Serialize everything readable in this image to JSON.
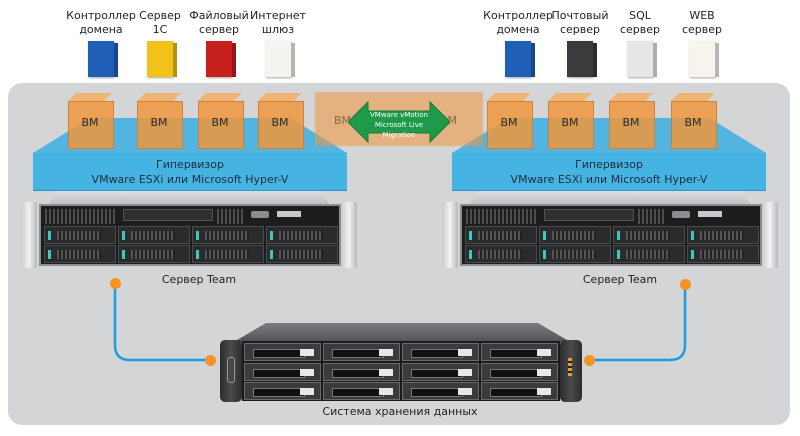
{
  "left_apps": [
    {
      "label_line1": "Контроллер",
      "label_line2": "домена",
      "icon": "windows-server-box-icon",
      "color": "#1f5fb5"
    },
    {
      "label_line1": "Сервер",
      "label_line2": "1С",
      "icon": "1c-box-icon",
      "color": "#f0c21a"
    },
    {
      "label_line1": "Файловый",
      "label_line2": "сервер",
      "icon": "redhat-box-icon",
      "color": "#c8201c"
    },
    {
      "label_line1": "Интернет",
      "label_line2": "шлюз",
      "icon": "gateway-box-icon",
      "color": "#f2f4f0"
    }
  ],
  "right_apps": [
    {
      "label_line1": "Контроллер",
      "label_line2": "домена",
      "icon": "windows-server-box-icon",
      "color": "#1f5fb5"
    },
    {
      "label_line1": "Почтовый",
      "label_line2": "сервер",
      "icon": "exchange-box-icon",
      "color": "#3a3b3d"
    },
    {
      "label_line1": "SQL",
      "label_line2": "сервер",
      "icon": "sql-server-box-icon",
      "color": "#e6e6e6"
    },
    {
      "label_line1": "WEB",
      "label_line2": "сервер",
      "icon": "ubuntu-box-icon",
      "color": "#f6f4ec"
    }
  ],
  "vm_label": "ВМ",
  "migration": {
    "line1": "VMware vMotion",
    "line2": "Microsoft Live Migration"
  },
  "hypervisor": {
    "line1": "Гипервизор",
    "line2": "VMware ESXi или Microsoft Hyper-V"
  },
  "server_caption": "Сервер Team",
  "storage_caption": "Система хранения данных",
  "colors": {
    "panel": "#d4d5d6",
    "vm": "#f0963c",
    "hypervisor": "#46b4e3",
    "connector": "#1e9de0",
    "connector_dot": "#f39423",
    "migration_arrow": "#1e9a4a"
  }
}
